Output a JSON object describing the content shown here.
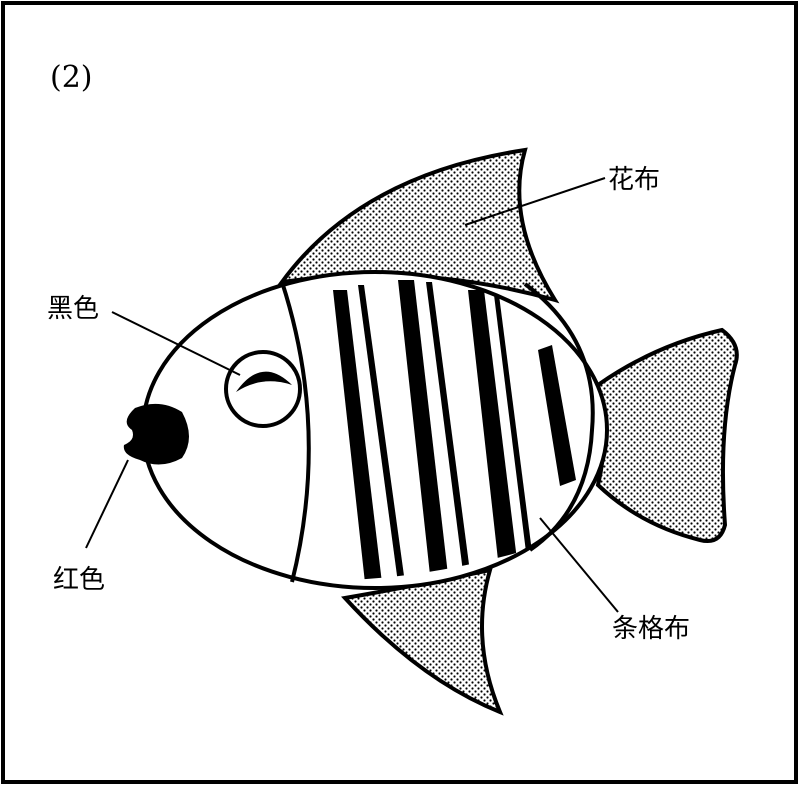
{
  "figure_number": "(2)",
  "labels": {
    "floral_cloth": "花布",
    "black": "黑色",
    "red": "红色",
    "striped_cloth": "条格布"
  },
  "colors": {
    "ink": "#000000",
    "paper": "#ffffff"
  }
}
